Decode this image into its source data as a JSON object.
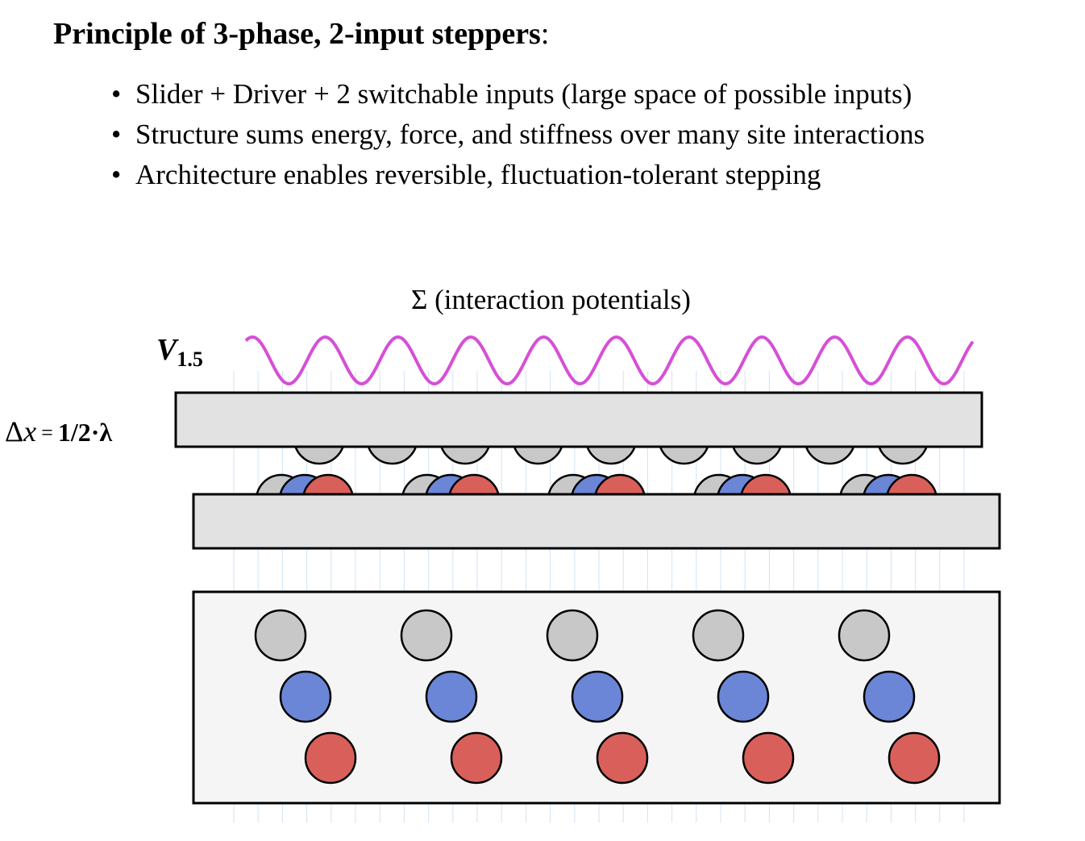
{
  "title": {
    "bold_text": "Principle of 3-phase, 2-input steppers",
    "tail": ":"
  },
  "bullets": [
    "Slider + Driver + 2 switchable inputs (large space of possible inputs)",
    "Structure sums energy, force, and stiffness over many site interactions",
    "Architecture enables reversible, fluctuation-tolerant stepping"
  ],
  "bullet_glyph": "•",
  "potential_label": "Σ (interaction potentials)",
  "voltage_label": {
    "symbol": "V",
    "subscript": "1.5"
  },
  "displacement_label": {
    "prefix": "Δ",
    "var": "x",
    "equals": "=",
    "value": "1/2·λ"
  },
  "colors": {
    "wave": "#d64fd6",
    "slider_fill": "#e2e2e2",
    "driver_fill": "#e2e2e2",
    "base_fill": "#f5f5f5",
    "gray_site": "#c8c8c8",
    "blue_site": "#6b86d6",
    "red_site": "#d9605a",
    "guide_lines": "#cfe3f5",
    "outline": "#000000"
  },
  "diagram": {
    "wave_periods": 10,
    "slider_sites": 9,
    "driver_site_groups": 5,
    "base_columns": 5,
    "site_rows": [
      "gray",
      "blue",
      "red"
    ]
  }
}
